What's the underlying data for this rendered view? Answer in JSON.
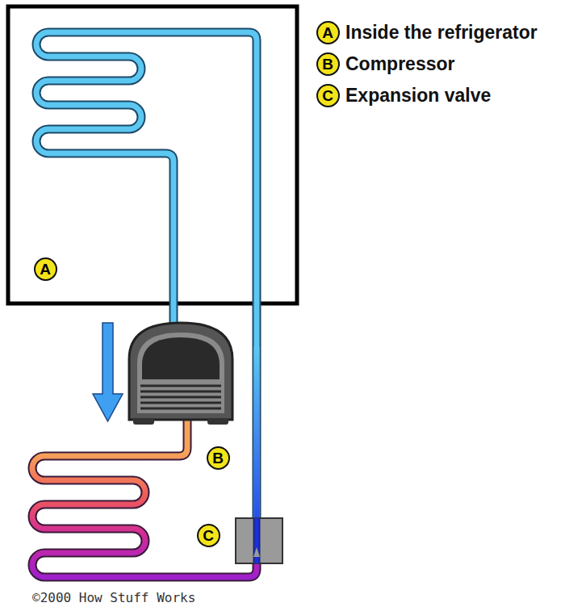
{
  "diagram": {
    "nodes": [
      {
        "text": [
          "A"
        ]
      },
      {
        "text": [
          "B"
        ]
      },
      {
        "text": [
          "C"
        ]
      },
      {
        "text": [
          "A"
        ]
      },
      {
        "text": [
          "B"
        ]
      },
      {
        "text": [
          "C"
        ]
      }
    ],
    "labels": [
      "Inside the refrigerator",
      "Compressor",
      "Expansion valve",
      "©2000 How Stuff Works"
    ]
  }
}
